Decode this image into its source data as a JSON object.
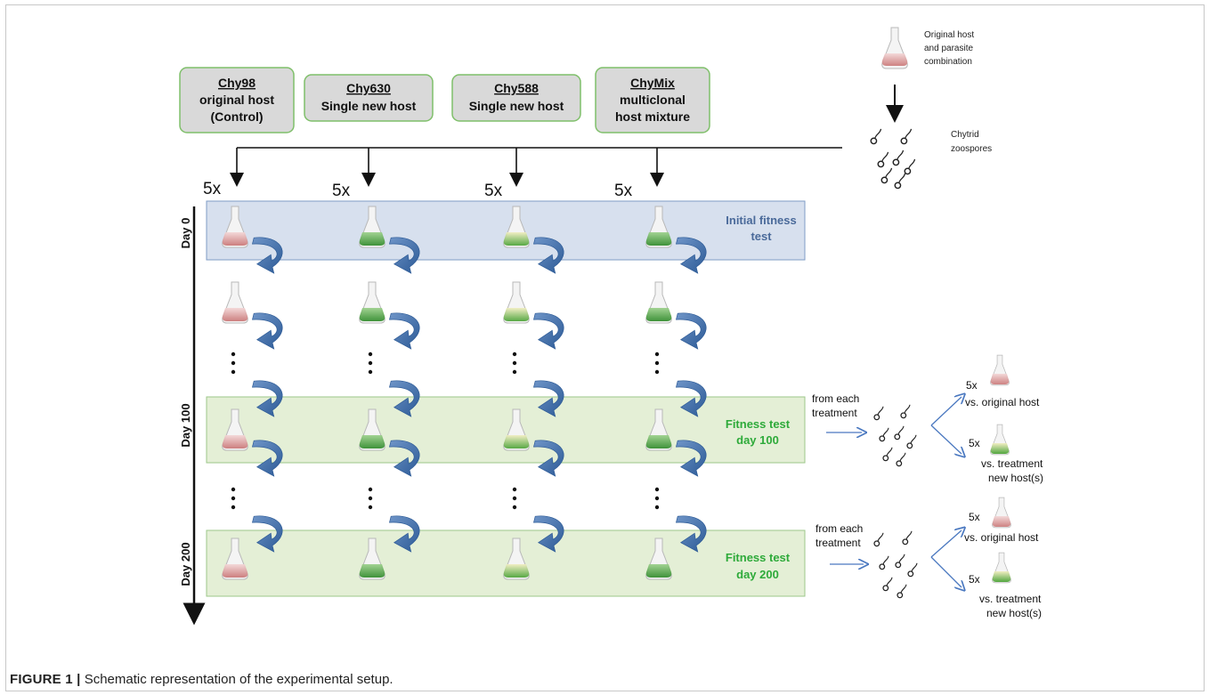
{
  "hosts": [
    {
      "name": "Chy98",
      "lines": [
        "original host",
        "(Control)"
      ]
    },
    {
      "name": "Chy630",
      "lines": [
        "Single new host"
      ]
    },
    {
      "name": "Chy588",
      "lines": [
        "Single new host"
      ]
    },
    {
      "name": "ChyMix",
      "lines": [
        "multiclonal",
        "host mixture"
      ]
    }
  ],
  "replicates": [
    "5x",
    "5x",
    "5x",
    "5x"
  ],
  "timeline": {
    "day0": "Day 0",
    "day100": "Day 100",
    "day200": "Day 200"
  },
  "fitness_tests": {
    "initial": [
      "Initial fitness",
      "test"
    ],
    "day100": [
      "Fitness test",
      "day 100"
    ],
    "day200": [
      "Fitness test",
      "day 200"
    ]
  },
  "origin": {
    "flask_label": [
      "Original host",
      "and parasite",
      "combination"
    ],
    "zoospores_label": [
      "Chytrid",
      "zoospores"
    ]
  },
  "assay": {
    "from_each": [
      "from each",
      "treatment"
    ],
    "rep": "5x",
    "original": "vs.  original host",
    "treatment": [
      "vs.  treatment",
      "new host(s)"
    ]
  },
  "caption": {
    "label": "FIGURE 1 |",
    "text": " Schematic representation of the experimental setup."
  },
  "colors": {
    "red_flask": "#d98a8a",
    "green_flask": "#4ea33c",
    "arrow_blue": "#3d6aa3",
    "initial_box": "#d7e0ee",
    "fitness_box": "#e4efd6",
    "initial_text": "#4a6a9a",
    "fitness_text": "#2eaa3a"
  }
}
